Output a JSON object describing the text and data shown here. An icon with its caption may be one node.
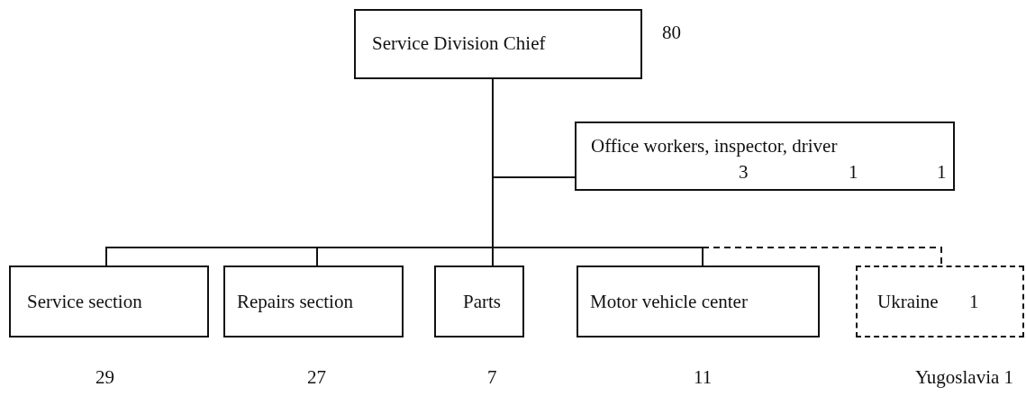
{
  "diagram": {
    "nodes": [
      {
        "text": [
          "Service Division Chief"
        ],
        "beside": [
          "80"
        ]
      },
      {
        "text": [
          "Office workers, inspector, driver",
          "3",
          "1",
          "1"
        ]
      },
      {
        "text": [
          "Service section"
        ],
        "beside": [
          "29"
        ]
      },
      {
        "text": [
          "Repairs section"
        ],
        "beside": [
          "27"
        ]
      },
      {
        "text": [
          "Parts"
        ],
        "beside": [
          "7"
        ]
      },
      {
        "text": [
          "Motor vehicle center"
        ],
        "beside": [
          "11"
        ]
      },
      {
        "text": [
          "Ukraine",
          "1"
        ],
        "beside": [
          "Yugoslavia 1"
        ]
      }
    ],
    "edges": [
      {
        "from": 0,
        "to": 1,
        "arrow": "none"
      },
      {
        "from": 0,
        "to": 2,
        "arrow": "none"
      },
      {
        "from": 0,
        "to": 3,
        "arrow": "none"
      },
      {
        "from": 0,
        "to": 4,
        "arrow": "none"
      },
      {
        "from": 0,
        "to": 5,
        "arrow": "none"
      },
      {
        "from": 0,
        "to": 6,
        "arrow": "none",
        "style": "dashed"
      }
    ]
  }
}
